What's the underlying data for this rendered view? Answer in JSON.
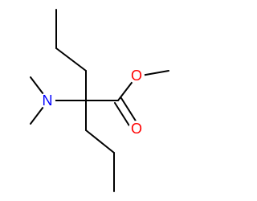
{
  "molecule": {
    "colors": {
      "bond": "#000000",
      "oxygen": "#ff0000",
      "nitrogen": "#0000ff",
      "background": "#ffffff"
    },
    "atoms": {
      "oxygen_ether": {
        "label": "O",
        "element": "oxygen"
      },
      "oxygen_carbonyl": {
        "label": "O",
        "element": "oxygen"
      },
      "nitrogen_amine": {
        "label": "N",
        "element": "nitrogen"
      }
    }
  }
}
